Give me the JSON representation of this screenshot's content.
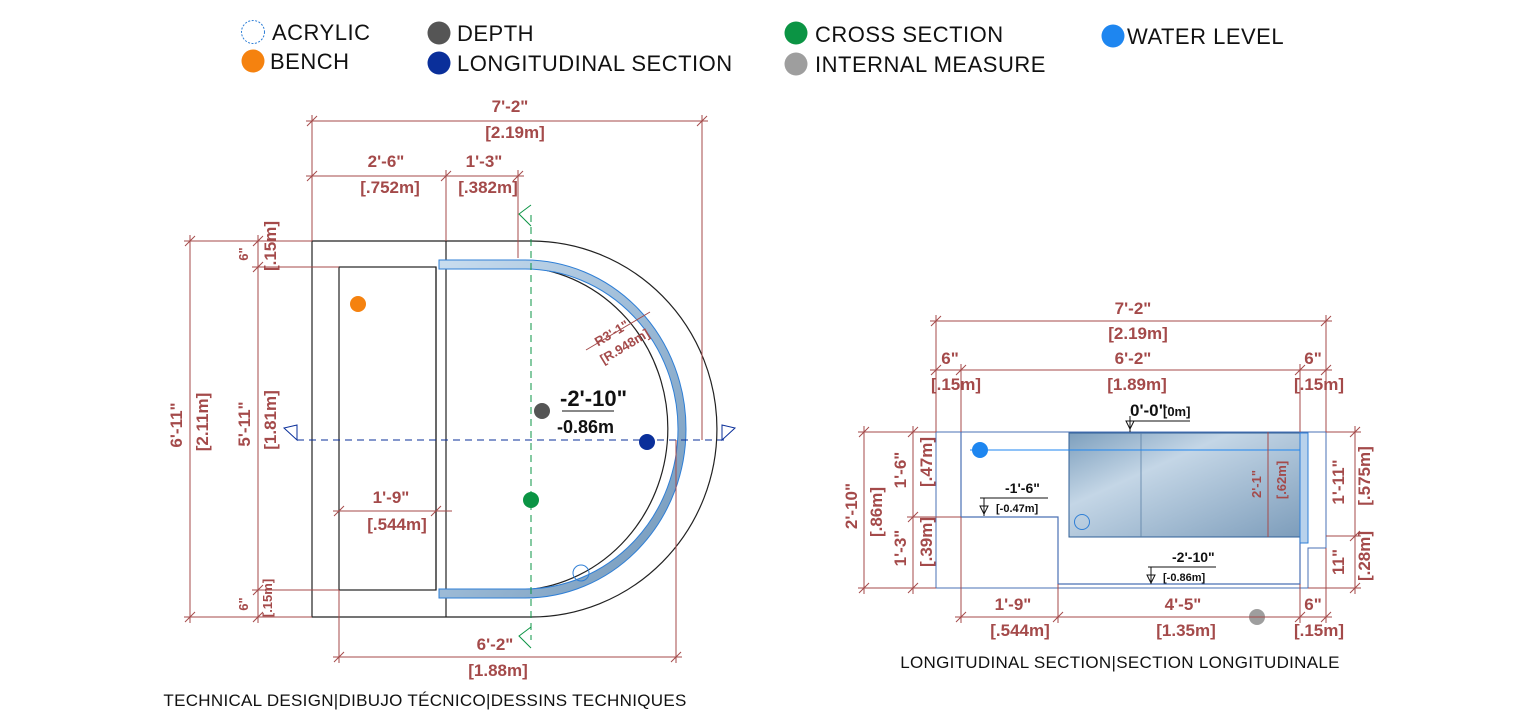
{
  "legend": {
    "acrylic": {
      "label": "ACRYLIC",
      "color": "#2f7fd6"
    },
    "bench": {
      "label": "BENCH",
      "color": "#f5820f"
    },
    "depth": {
      "label": "DEPTH",
      "color": "#555555"
    },
    "longitudinal_section": {
      "label": "LONGITUDINAL SECTION",
      "color": "#0a2f9a"
    },
    "cross_section": {
      "label": "CROSS SECTION",
      "color": "#0b9444"
    },
    "internal_measure": {
      "label": "INTERNAL MEASURE",
      "color": "#9e9e9e"
    },
    "water_level": {
      "label": "WATER LEVEL",
      "color": "#1e86f0"
    }
  },
  "plan": {
    "overall_width": {
      "imperial": "7'-2\"",
      "metric": "[2.19m]"
    },
    "bench_width": {
      "imperial": "2'-6\"",
      "metric": "[.752m]"
    },
    "offset_width": {
      "imperial": "1'-3\"",
      "metric": "[.382m]"
    },
    "overall_length": {
      "imperial": "6'-11\"",
      "metric": "[2.11m]"
    },
    "internal_length": {
      "imperial": "5'-11\"",
      "metric": "[1.81m]"
    },
    "wall_top": {
      "imperial": "6\"",
      "metric": "[.15m]"
    },
    "wall_bottom": {
      "imperial": "6\"",
      "metric": "[.15m]"
    },
    "bench_depth": {
      "imperial": "1'-9\"",
      "metric": "[.544m]"
    },
    "internal_width": {
      "imperial": "6'-2\"",
      "metric": "[1.88m]"
    },
    "radius": {
      "imperial": "R3'-1\"",
      "metric": "[R.948m]"
    },
    "depth": {
      "imperial": "-2'-10\"",
      "metric": "-0.86m"
    },
    "caption": "TECHNICAL DESIGN|DIBUJO TÉCNICO|DESSINS TECHNIQUES"
  },
  "section": {
    "overall_width": {
      "imperial": "7'-2\"",
      "metric": "[2.19m]"
    },
    "left_wall": {
      "imperial": "6\"",
      "metric": "[.15m]"
    },
    "inner_width": {
      "imperial": "6'-2\"",
      "metric": "[1.89m]"
    },
    "right_wall": {
      "imperial": "6\"",
      "metric": "[.15m]"
    },
    "top_level": {
      "imperial": "0'-0\"",
      "metric": "[0m]"
    },
    "bench_level": {
      "imperial": "-1'-6\"",
      "metric": "[-0.47m]"
    },
    "floor_level": {
      "imperial": "-2'-10\"",
      "metric": "[-0.86m]"
    },
    "total_height": {
      "imperial": "2'-10\"",
      "metric": "[.86m]"
    },
    "bench_height_upper": {
      "imperial": "1'-6\"",
      "metric": "[.47m]"
    },
    "bench_height_lower": {
      "imperial": "1'-3\"",
      "metric": "[.39m]"
    },
    "acrylic_height": {
      "imperial": "2'-1\"",
      "metric": "[.62m]"
    },
    "right_upper": {
      "imperial": "1'-11\"",
      "metric": "[.575m]"
    },
    "right_lower": {
      "imperial": "11\"",
      "metric": "[.28m]"
    },
    "bottom_bench": {
      "imperial": "1'-9\"",
      "metric": "[.544m]"
    },
    "bottom_floor": {
      "imperial": "4'-5\"",
      "metric": "[1.35m]"
    },
    "bottom_wall": {
      "imperial": "6\"",
      "metric": "[.15m]"
    },
    "caption": "LONGITUDINAL SECTION|SECTION LONGITUDINALE"
  }
}
